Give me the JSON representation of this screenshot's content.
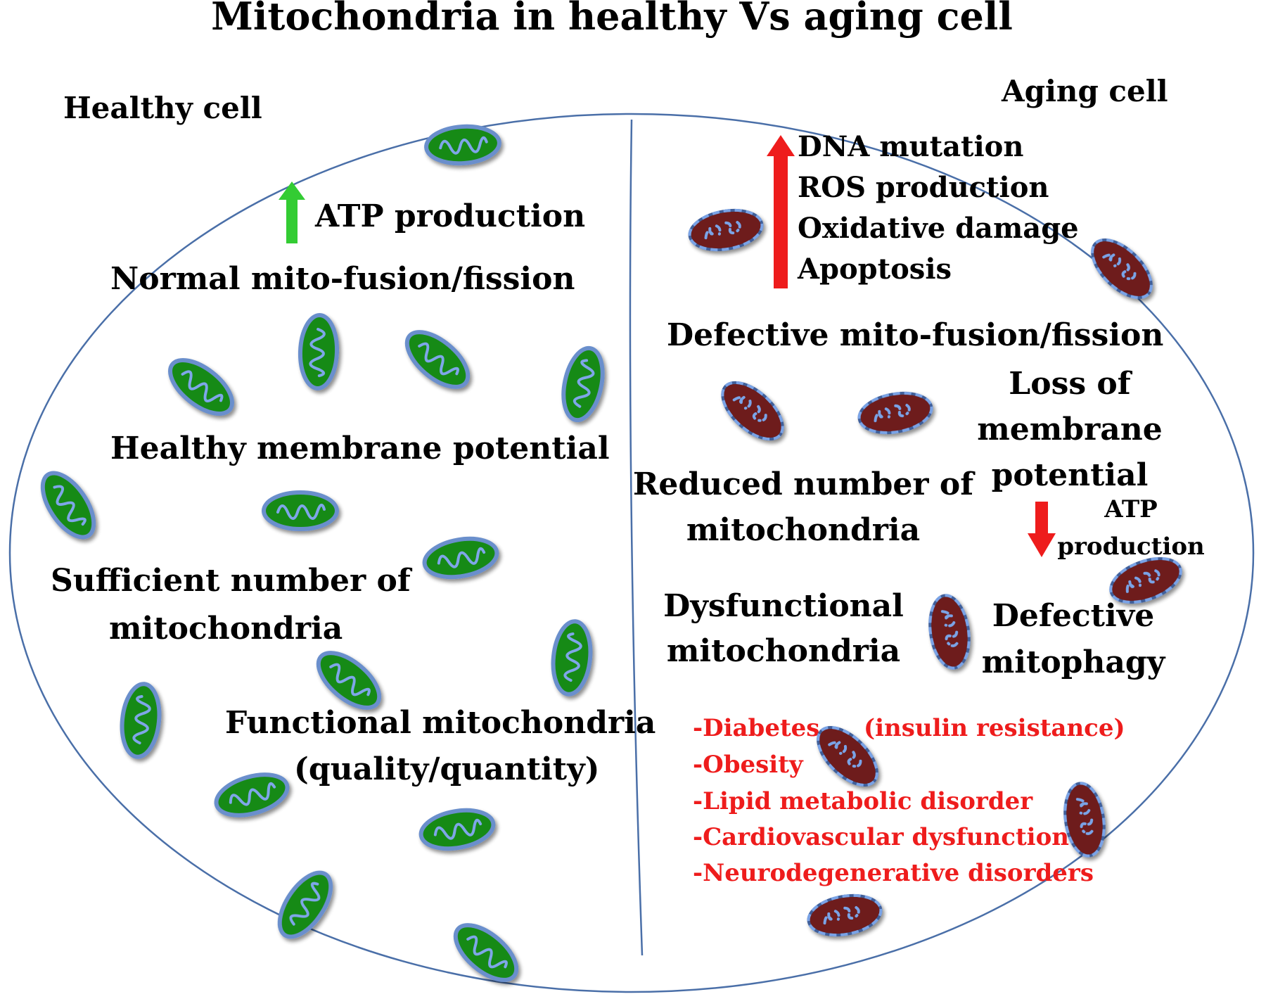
{
  "title": "Mitochondria in healthy Vs aging cell",
  "healthy": {
    "heading": "Healthy cell",
    "atp": "ATP production",
    "fusion": "Normal mito-fusion/fission",
    "membrane": "Healthy membrane potential",
    "number": [
      "Sufficient number of",
      "mitochondria"
    ],
    "functional": [
      "Functional mitochondria",
      "(quality/quantity)"
    ]
  },
  "aging": {
    "heading": "Aging cell",
    "increases": [
      "DNA mutation",
      "ROS production",
      "Oxidative damage",
      "Apoptosis"
    ],
    "fusion": "Defective mito-fusion/fission",
    "membrane": [
      "Loss of",
      "membrane",
      "potential"
    ],
    "number": [
      "Reduced number of",
      "mitochondria"
    ],
    "atp": [
      "ATP",
      "production"
    ],
    "dysfunctional": [
      "Dysfunctional",
      "mitochondria"
    ],
    "mitophagy": [
      "Defective",
      "mitophagy"
    ],
    "diseases": [
      "-Diabetes",
      "(insulin resistance)",
      "-Obesity",
      "-Lipid metabolic disorder",
      "-Cardiovascular dysfunction",
      "-Neurodegenerative disorders"
    ]
  },
  "colors": {
    "healthy_fill": "#138a13",
    "healthy_outline": "#6b8fcc",
    "aging_fill": "#6e1c1c",
    "aging_dash": "#6f9be0",
    "arrow_up_green": "#33cc33",
    "arrow_red": "#ee1c1c",
    "cell_outline": "#4a6fa8"
  }
}
